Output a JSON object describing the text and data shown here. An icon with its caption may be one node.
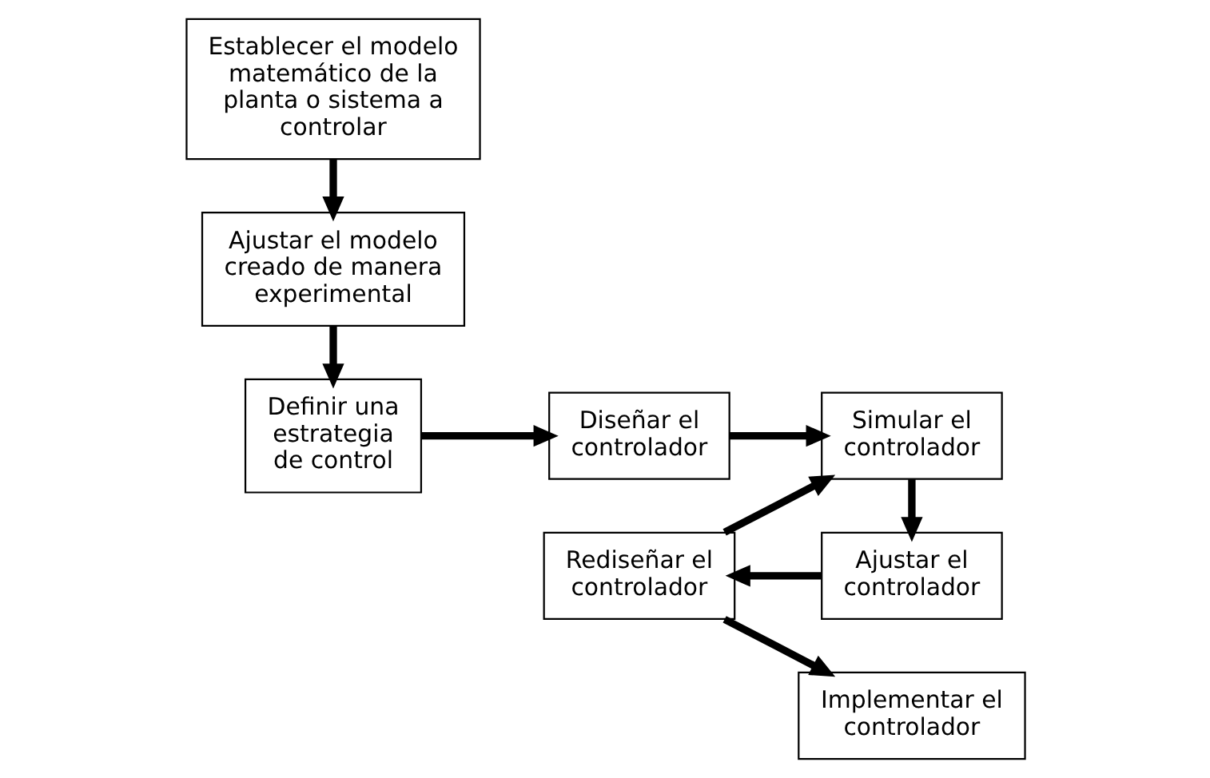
{
  "diagram": {
    "nodes": [
      {
        "text": [
          "Establecer el modelo matemático de la planta o sistema a controlar"
        ]
      },
      {
        "text": [
          "Ajustar el modelo creado de manera experimental"
        ]
      },
      {
        "text": [
          "Definir una estrategia de control"
        ]
      },
      {
        "text": [
          "Implementar el controlador"
        ]
      },
      {
        "text": [
          "Rediseñar el controlador"
        ]
      },
      {
        "text": [
          "Ajustar el controlador"
        ]
      },
      {
        "text": [
          "Diseñar el controlador"
        ]
      },
      {
        "text": [
          "Simular el controlador"
        ]
      }
    ],
    "edges": [
      {
        "from": 0,
        "to": 1,
        "arrow": "to"
      },
      {
        "from": 1,
        "to": 2,
        "arrow": "to"
      },
      {
        "from": 2,
        "to": 6,
        "arrow": "to"
      },
      {
        "from": 6,
        "to": 7,
        "arrow": "to"
      },
      {
        "from": 4,
        "to": 7,
        "arrow": "to"
      },
      {
        "from": 7,
        "to": 5,
        "arrow": "to"
      },
      {
        "from": 5,
        "to": 4,
        "arrow": "to"
      },
      {
        "from": 4,
        "to": 3,
        "arrow": "to"
      }
    ]
  }
}
